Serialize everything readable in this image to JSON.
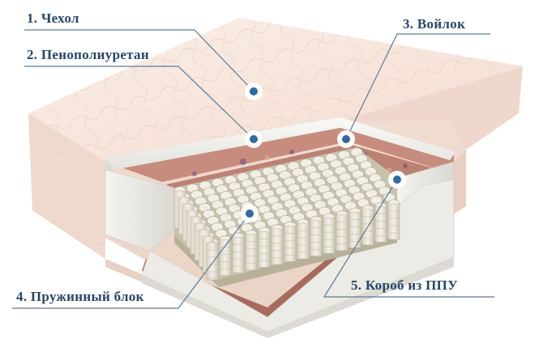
{
  "diagram": {
    "labels": [
      {
        "id": "cover",
        "text": "1. Чехол"
      },
      {
        "id": "foam",
        "text": "2. Пенополиуретан"
      },
      {
        "id": "felt",
        "text": "3. Войлок"
      },
      {
        "id": "spring",
        "text": "4. Пружинный блок"
      },
      {
        "id": "frame",
        "text": "5. Короб из ППУ"
      }
    ],
    "colors": {
      "leader": "#5b7a98",
      "dot": "#2f6aa0",
      "label": "#26466b",
      "cover": "#f6e6dc",
      "spring": "#ece9dc"
    }
  }
}
